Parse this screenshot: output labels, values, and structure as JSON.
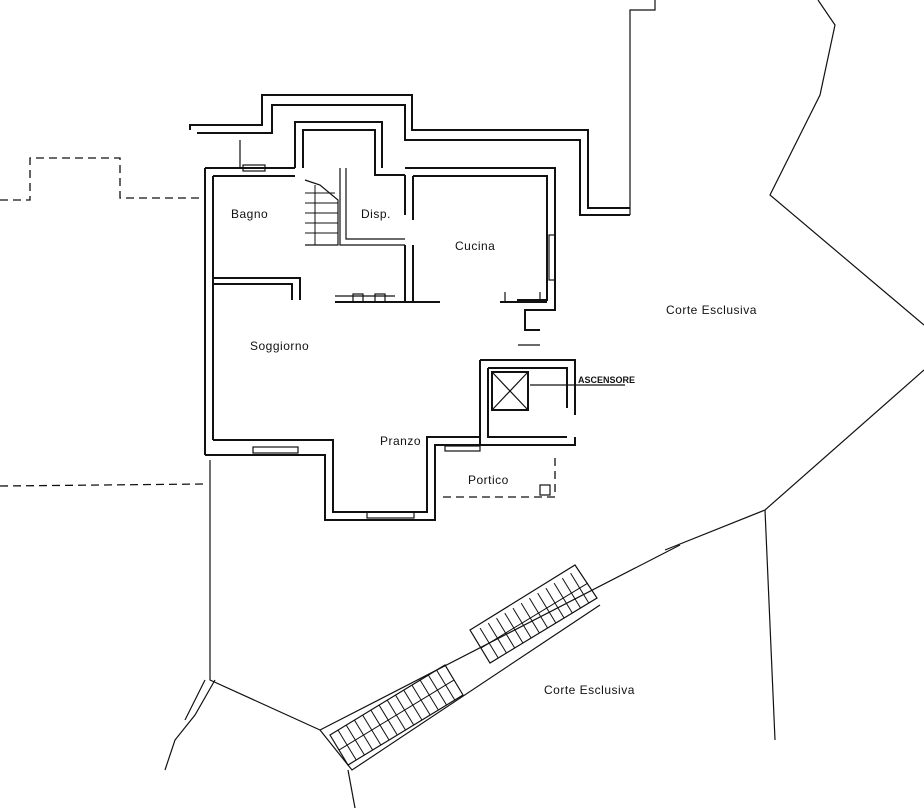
{
  "rooms": {
    "bagno": "Bagno",
    "disp": "Disp.",
    "cucina": "Cucina",
    "soggiorno": "Soggiorno",
    "pranzo": "Pranzo",
    "portico": "Portico",
    "ascensore": "ASCENSORE",
    "corte_1": "Corte Esclusiva",
    "corte_2": "Corte Esclusiva"
  }
}
